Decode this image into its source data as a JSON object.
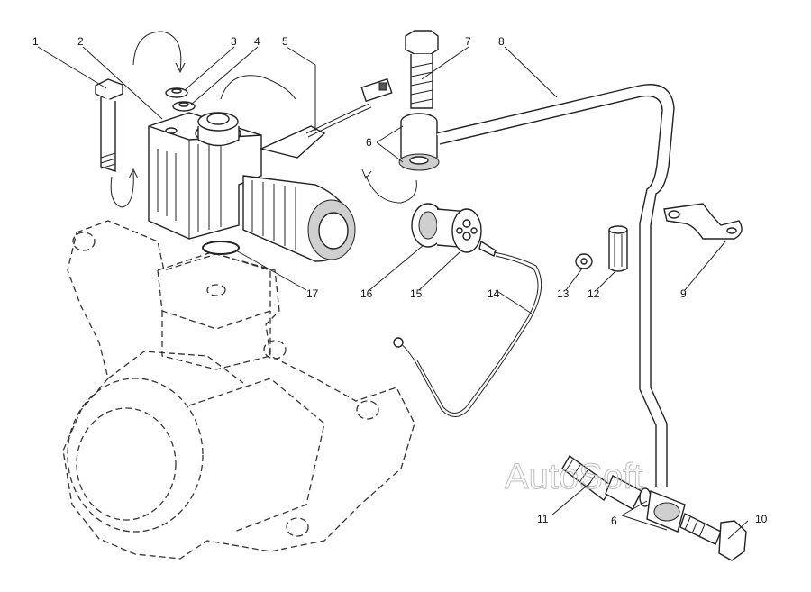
{
  "watermark": "AutoSoft",
  "callouts": [
    {
      "id": "c1",
      "label": "1"
    },
    {
      "id": "c2",
      "label": "2"
    },
    {
      "id": "c3",
      "label": "3"
    },
    {
      "id": "c4",
      "label": "4"
    },
    {
      "id": "c5",
      "label": "5"
    },
    {
      "id": "c6a",
      "label": "6"
    },
    {
      "id": "c7",
      "label": "7"
    },
    {
      "id": "c8",
      "label": "8"
    },
    {
      "id": "c9",
      "label": "9"
    },
    {
      "id": "c10",
      "label": "10"
    },
    {
      "id": "c11",
      "label": "11"
    },
    {
      "id": "c6b",
      "label": "6"
    },
    {
      "id": "c12",
      "label": "12"
    },
    {
      "id": "c13",
      "label": "13"
    },
    {
      "id": "c14",
      "label": "14"
    },
    {
      "id": "c15",
      "label": "15"
    },
    {
      "id": "c16",
      "label": "16"
    },
    {
      "id": "c17",
      "label": "17"
    }
  ]
}
